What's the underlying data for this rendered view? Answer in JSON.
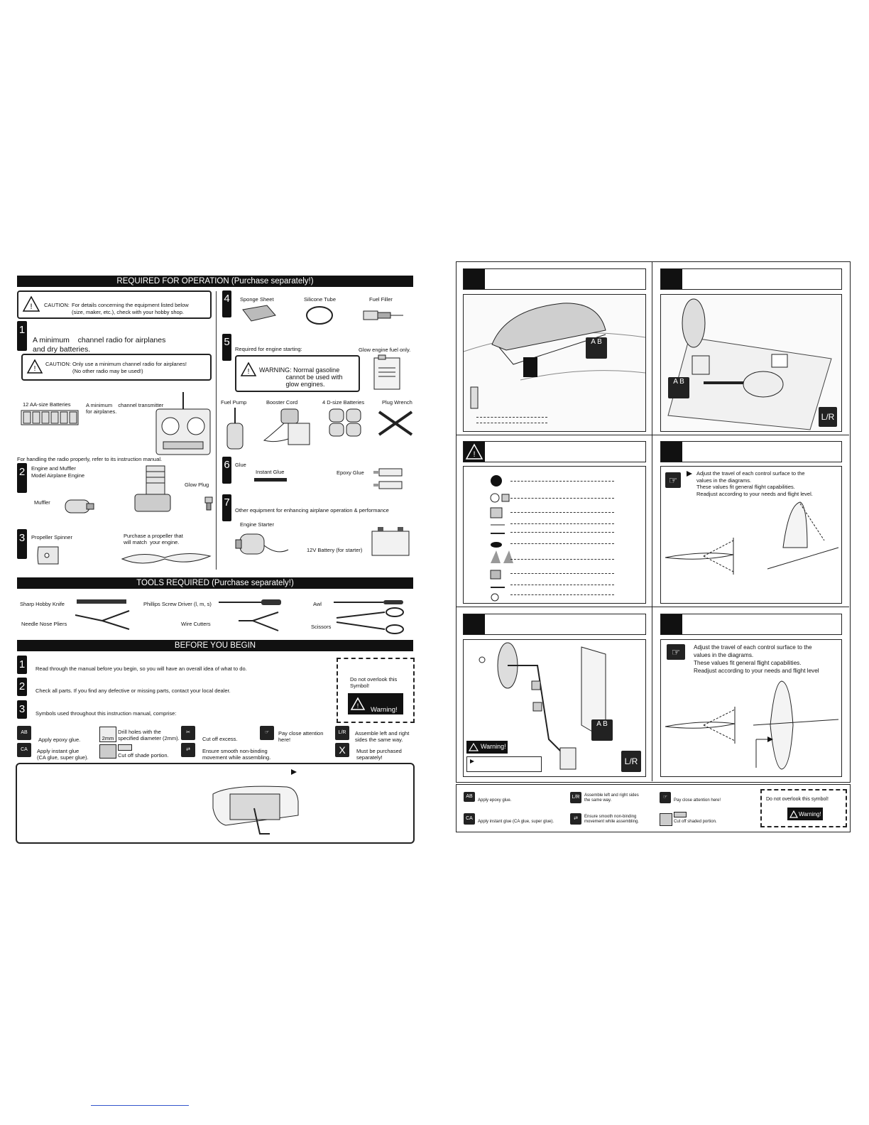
{
  "left": {
    "required_header": "REQUIRED FOR OPERATION  (Purchase separately!)",
    "caution1": {
      "label": "CAUTION:",
      "line1": "For details concerning the equipment listed below",
      "line2": "(size, maker, etc.), check with your hobby shop."
    },
    "step1": {
      "num": "1",
      "line1": "A minimum    channel radio for airplanes",
      "line2": "and dry batteries."
    },
    "caution2": {
      "label": "CAUTION:",
      "line1": "Only use a minimum    channel radio for airplanes!",
      "line2": "(No other radio may be used!)"
    },
    "aa_batteries": "12 AA-size Batteries",
    "transmitter": "A minimum    channel transmitter\nfor airplanes.",
    "radio_note": "For handling the radio properly, refer to its instruction manual.",
    "step2": {
      "num": "2",
      "line1": "Engine and Muffler",
      "line2": "Model Airplane Engine",
      "muffler": "Muffler",
      "glow_plug": "Glow Plug"
    },
    "step3": {
      "num": "3",
      "label": "Propeller   Spinner",
      "note": "Purchase a propeller that\nwill match  your engine."
    },
    "step4": {
      "num": "4",
      "items": [
        "Sponge Sheet",
        "Silicone Tube",
        "Fuel Filler"
      ]
    },
    "step5": {
      "num": "5",
      "line": "Required for engine starting:",
      "fuel": "Glow engine fuel only.",
      "warning": "WARNING: Normal gasoline\n               cannot be used with\n               glow engines."
    },
    "step5b": {
      "items": [
        "Fuel Pump",
        "Booster Cord",
        "4 D-size Batteries",
        "Plug Wrench"
      ]
    },
    "step6": {
      "num": "6",
      "label": "Glue",
      "instant": "Instant Glue",
      "epoxy": "Epoxy Glue"
    },
    "step7": {
      "num": "7",
      "line": "Other equipment for enhancing airplane operation & performance",
      "starter": "Engine Starter",
      "battery": "12V Battery (for starter)"
    },
    "tools_header": "TOOLS REQUIRED  (Purchase separately!)",
    "tools": [
      "Sharp Hobby Knife",
      "Phillips Screw Driver (l, m, s)",
      "Awl",
      "Needle Nose Pliers",
      "Wire Cutters",
      "Scissors"
    ],
    "begin_header": "BEFORE YOU BEGIN",
    "begin": [
      {
        "num": "1",
        "text": "Read through the manual before you begin, so you will have an overall idea of what to do."
      },
      {
        "num": "2",
        "text": "Check all parts. If you find any defective or missing parts, contact your local dealer."
      },
      {
        "num": "3",
        "text": "Symbols used throughout this instruction manual, comprise:"
      }
    ],
    "overlook": "Do not overlook this\nSymbol!",
    "warning_badge": "Warning!",
    "symbols": [
      "Apply epoxy glue.",
      "Drill holes with the\nspecified diameter (2mm).",
      "Cut off excess.",
      "Pay close attention\nhere!",
      "Assemble left and right\nsides the same way.",
      "Apply instant glue\n(CA glue, super glue).",
      "Cut off shade portion.",
      "Ensure smooth non-binding\nmovement while assembling.",
      "Must be purchased\nseparately!"
    ],
    "drill_badge": "2mm"
  },
  "right": {
    "ab": "A B",
    "lr": "L/R",
    "adjust_small": "Adjust the travel of each control surface to the\nvalues in the diagrams.\nThese values fit general flight capabilities.\nReadjust according to your needs and flight level.",
    "adjust_large": "Adjust the travel of each control surface to the\nvalues in the diagrams.\nThese values fit general flight capabilities.\nReadjust according to your needs and flight level",
    "warning_badge": "Warning!",
    "legend": [
      "Apply epoxy glue.",
      "Assemble left and right sides\nthe same way.",
      "Pay close attention here!",
      "Apply instant glue (CA glue, super glue).",
      "Ensure smooth non-binding\nmovement while assembling.",
      "Cut off shaded portion."
    ],
    "overlook": "Do not overlook this symbol!"
  }
}
